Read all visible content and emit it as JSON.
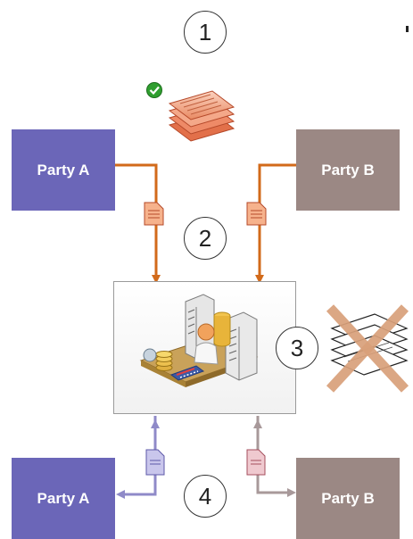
{
  "party_a_label": "Party A",
  "party_b_label": "Party B",
  "steps": [
    "1",
    "2",
    "3",
    "4"
  ],
  "colors": {
    "party_a": "#6b66b8",
    "party_b": "#9b8884",
    "flow_orange": "#d26a1a",
    "flow_purple": "#8f8ac8",
    "flow_mauve": "#a8999a",
    "check_green": "#2f9e2f",
    "cross": "#d9a07a"
  },
  "icons": {
    "signed_stack": "document-stack-icon",
    "check": "checkmark-icon",
    "hub": "office-server-icon",
    "cancelled": "crossed-documents-icon"
  }
}
